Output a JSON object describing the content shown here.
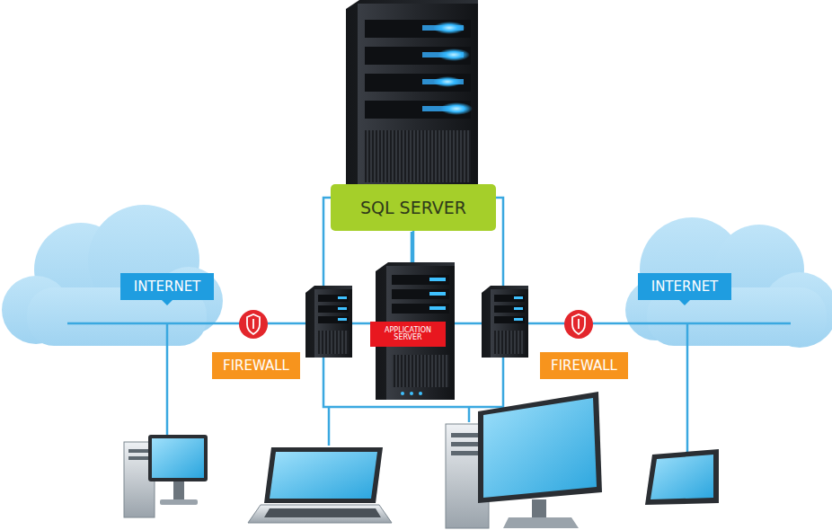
{
  "diagram": {
    "nodes": [
      {
        "text": [
          "SQL SERVER"
        ]
      },
      {
        "text": [
          "INTERNET"
        ]
      },
      {
        "text": [
          "INTERNET"
        ]
      },
      {
        "text": [
          "APPLICATION SERVER"
        ]
      },
      {
        "text": [
          "FIREWALL"
        ]
      },
      {
        "text": [
          "FIREWALL"
        ]
      }
    ],
    "edges": [
      {
        "from": 0,
        "to": 3,
        "arrow": "none"
      }
    ]
  }
}
